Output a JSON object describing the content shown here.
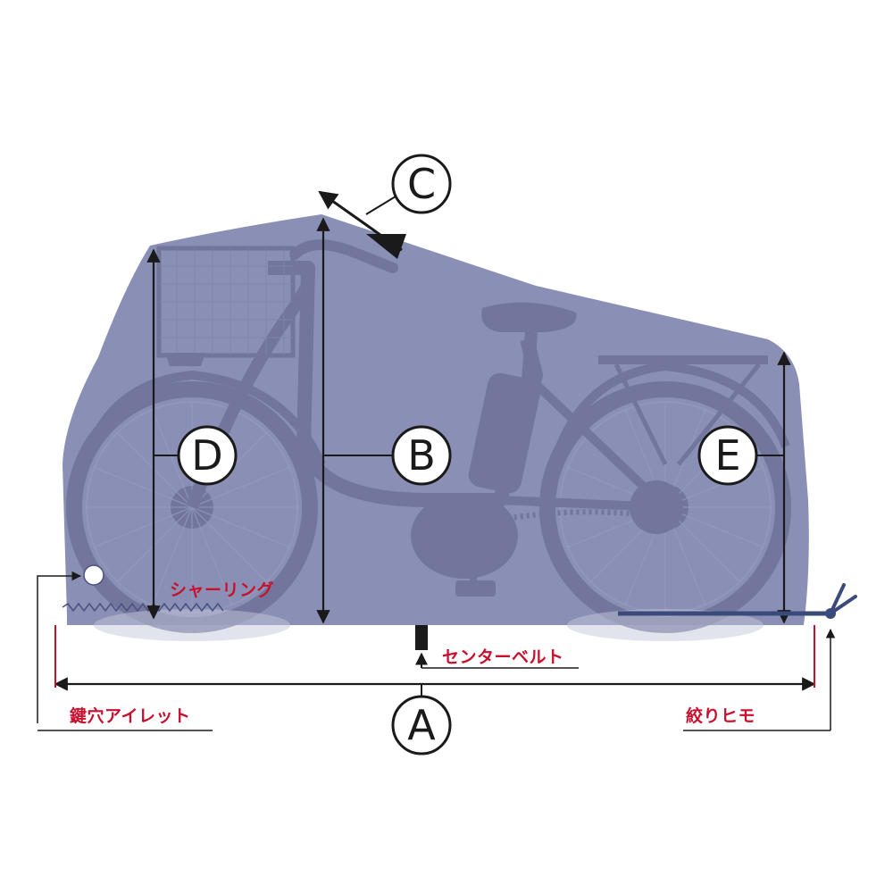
{
  "dimensions": {
    "a": "A",
    "b": "B",
    "c": "C",
    "d": "D",
    "e": "E"
  },
  "parts": {
    "shirring": "シャーリング",
    "center_belt": "センターベルト",
    "lock_eyelet": "鍵穴アイレット",
    "drawstring": "絞りヒモ"
  },
  "colors": {
    "cover": "#8a8fb5",
    "bike": "#6e7299",
    "dimension_line": "#1a1a1a",
    "part_label": "#c8102e",
    "cord": "#3a4a7a"
  }
}
